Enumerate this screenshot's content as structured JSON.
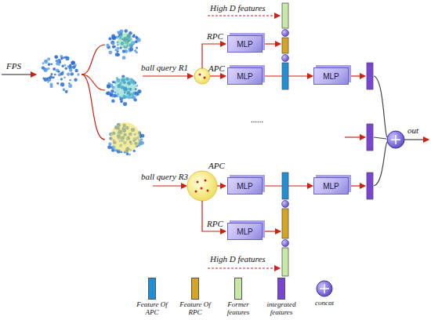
{
  "diagram": {
    "nodes": [
      {
        "text": [
          "MLP"
        ]
      },
      {
        "text": [
          "MLP"
        ]
      },
      {
        "text": [
          "MLP"
        ]
      },
      {
        "text": [
          "MLP"
        ]
      },
      {
        "text": [
          "MLP"
        ]
      },
      {
        "text": [
          "MLP"
        ]
      }
    ],
    "edges": [
      {
        "from": 1,
        "to": 2,
        "arrow": "to"
      },
      {
        "from": 3,
        "to": 4,
        "arrow": "to"
      }
    ],
    "labels": [
      "High D features",
      "RPC",
      "APC",
      "FPS",
      "ball query R1",
      "ball query R3",
      "......",
      "APC",
      "RPC",
      "High D features",
      "out"
    ],
    "legend": [
      {
        "text": "Feature Of APC",
        "color": "#1f8fd8"
      },
      {
        "text": "Feature Of RPC",
        "color": "#d9a520"
      },
      {
        "text": "Former features",
        "color": "#c8e8a8"
      },
      {
        "text": "integrated features",
        "color": "#7a45d6"
      },
      {
        "text": "concat"
      }
    ]
  }
}
